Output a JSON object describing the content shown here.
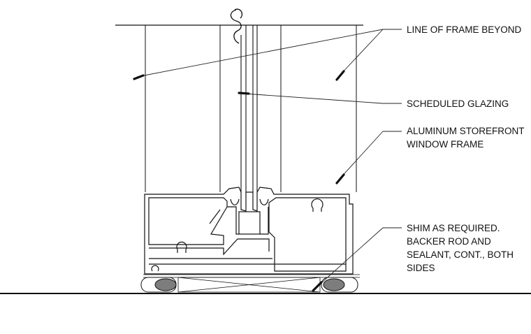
{
  "colors": {
    "line": "#111111",
    "leader": "#222222",
    "backer_rod": "#7d7d7d",
    "background": "#ffffff"
  },
  "callouts": {
    "frame_beyond": {
      "lines": [
        "LINE OF FRAME BEYOND"
      ]
    },
    "glazing": {
      "lines": [
        "SCHEDULED GLAZING"
      ]
    },
    "storefront": {
      "lines": [
        "ALUMINUM STOREFRONT",
        "WINDOW FRAME"
      ]
    },
    "shim": {
      "lines": [
        "SHIM AS REQUIRED.",
        "BACKER ROD AND",
        "SEALANT, CONT., BOTH",
        "SIDES"
      ]
    }
  },
  "symbols": {
    "break_line": "break-symbol",
    "backer_rods": "backer-rod-icon"
  }
}
